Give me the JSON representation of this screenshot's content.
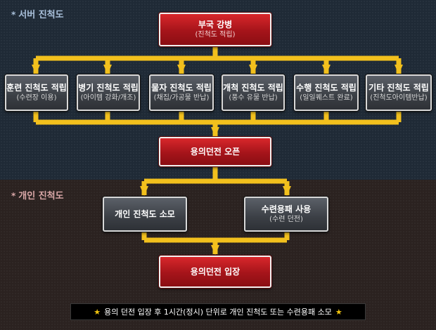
{
  "sections": {
    "server": {
      "bullet": "*",
      "title": "서버 진척도"
    },
    "personal": {
      "bullet": "*",
      "title": "개인 진척도"
    }
  },
  "top_node": {
    "label": "부국 강병",
    "sub": "(진척도 적립)"
  },
  "server_nodes": [
    {
      "label": "훈련 진척도 적립",
      "sub": "(수련장 이용)"
    },
    {
      "label": "병기 진척도 적립",
      "sub": "(아이템 강화/개조)"
    },
    {
      "label": "물자 진척도 적립",
      "sub": "(채집/가공물 반납)"
    },
    {
      "label": "개척 진척도 적립",
      "sub": "(풍수 유물 반납)"
    },
    {
      "label": "수행 진척도 적립",
      "sub": "(일일퀘스트 완료)"
    },
    {
      "label": "기타 진척도 적립",
      "sub": "(진척도아이템반납)"
    }
  ],
  "dungeon_open": {
    "label": "용의던전 오픈"
  },
  "personal_nodes": [
    {
      "label": "개인 진척도 소모",
      "sub": ""
    },
    {
      "label": "수련용패 사용",
      "sub": "(수련 던전)"
    }
  ],
  "dungeon_entry": {
    "label": "용의던전 입장"
  },
  "footer": {
    "star": "★",
    "note": "용의 던전 입장 후 1시간(정시) 단위로 개인 진척도 또는 수련용패 소모"
  },
  "colors": {
    "arrow": "#f2c01d",
    "red_box": "#b8181e",
    "gray_box": "#44484e"
  }
}
